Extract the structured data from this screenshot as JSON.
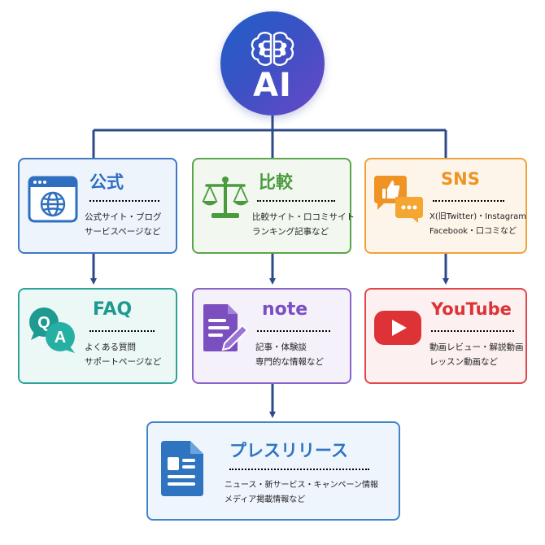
{
  "center": {
    "label": "AI",
    "icon": "brain-icon"
  },
  "cards": {
    "official": {
      "title": "公式",
      "lines": [
        "公式サイト・ブログ",
        "サービスページなど"
      ],
      "icon": "globe-browser-icon",
      "color": "#3f78c4"
    },
    "compare": {
      "title": "比較",
      "lines": [
        "比較サイト・口コミサイト",
        "ランキング記事など"
      ],
      "icon": "scales-icon",
      "color": "#5aa64a"
    },
    "sns": {
      "title": "SNS",
      "lines": [
        "X(旧Twitter)・Instagram",
        "Facebook・口コミなど"
      ],
      "icon": "thumbs-up-chat-icon",
      "color": "#f0a23a"
    },
    "faq": {
      "title": "FAQ",
      "lines": [
        "よくある質問",
        "サポートページなど"
      ],
      "icon": "qa-bubbles-icon",
      "color": "#2ea39a"
    },
    "note": {
      "title": "note",
      "lines": [
        "記事・体験談",
        "専門的な情報など"
      ],
      "icon": "document-pen-icon",
      "color": "#8a63c6"
    },
    "youtube": {
      "title": "YouTube",
      "lines": [
        "動画レビュー・解説動画",
        "レッスン動画など"
      ],
      "icon": "play-button-icon",
      "color": "#e0474a"
    },
    "press": {
      "title": "プレスリリース",
      "lines": [
        "ニュース・新サービス・キャンペーン情報",
        "メディア掲載情報など"
      ],
      "icon": "press-document-icon",
      "color": "#3f86c8"
    }
  },
  "connector_color": "#2c4a8a"
}
